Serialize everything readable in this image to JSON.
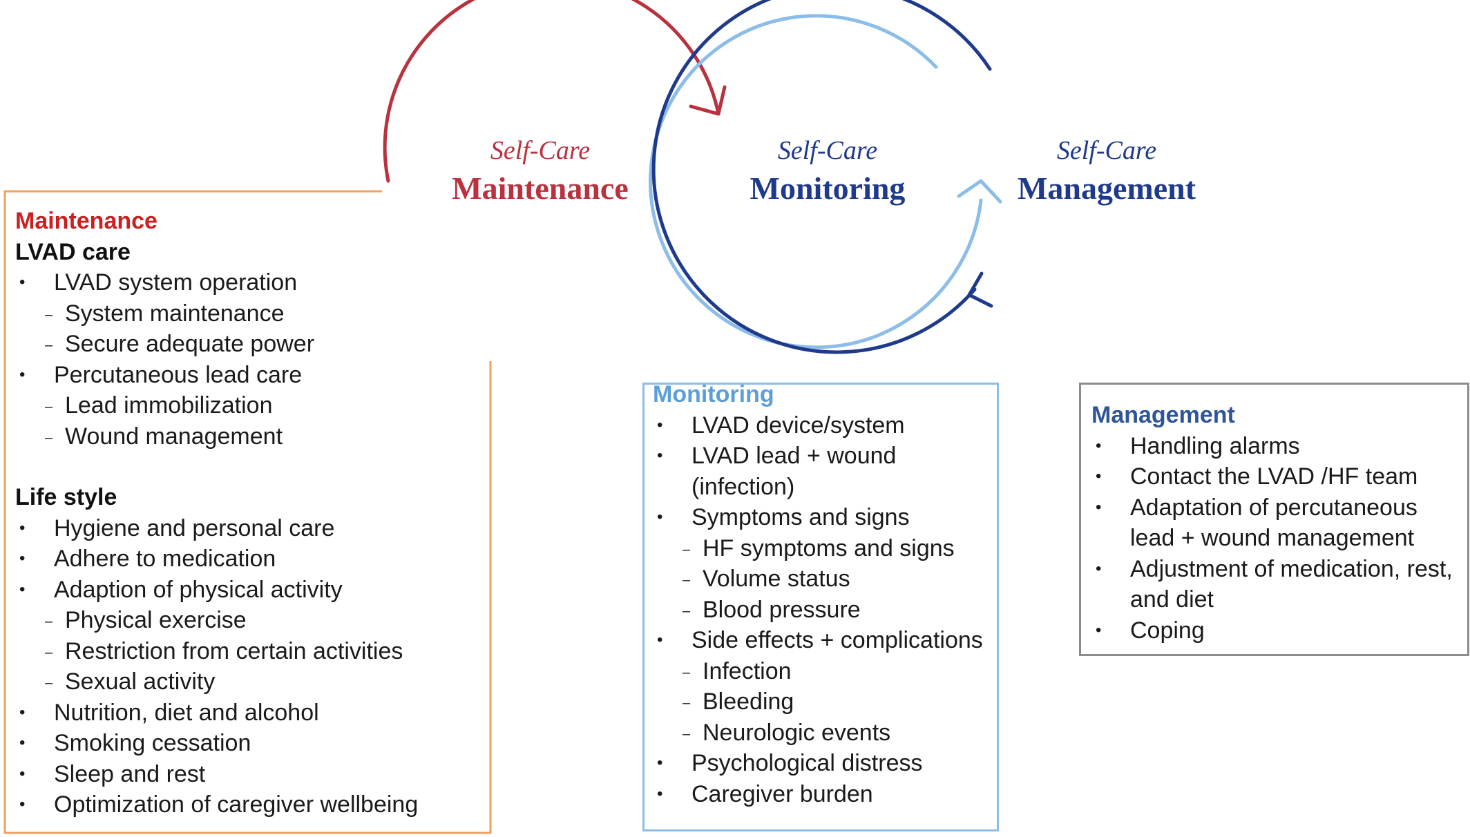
{
  "colors": {
    "maintenance": "#b8323f",
    "monitoring_ring": "#8cbde8",
    "monitoring_text": "#5b9fd6",
    "management": "#1f3a8a",
    "management_panel_title": "#2f5597",
    "orange_border": "#f0a061",
    "grey_border": "#8c8c8c"
  },
  "cycle": {
    "maintenance": {
      "sub": "Self-Care",
      "main": "Maintenance"
    },
    "monitoring": {
      "sub": "Self-Care",
      "main": "Monitoring"
    },
    "management": {
      "sub": "Self-Care",
      "main": "Management"
    }
  },
  "maintenance_panel": {
    "title": "Maintenance",
    "lvad_heading": "LVAD care",
    "lvad_items": [
      {
        "label": "LVAD system operation",
        "sub": [
          "System maintenance",
          "Secure adequate power"
        ]
      },
      {
        "label": "Percutaneous lead care",
        "sub": [
          "Lead immobilization",
          "Wound management"
        ]
      }
    ],
    "lifestyle_heading": "Life style",
    "lifestyle_items": [
      {
        "label": "Hygiene and personal care",
        "sub": []
      },
      {
        "label": "Adhere to medication",
        "sub": []
      },
      {
        "label": "Adaption of physical activity",
        "sub": [
          "Physical exercise",
          "Restriction from certain activities",
          "Sexual activity"
        ]
      },
      {
        "label": "Nutrition, diet and alcohol",
        "sub": []
      },
      {
        "label": "Smoking cessation",
        "sub": []
      },
      {
        "label": "Sleep and rest",
        "sub": []
      },
      {
        "label": "Optimization of caregiver wellbeing",
        "sub": []
      }
    ]
  },
  "monitoring_panel": {
    "title": "Monitoring",
    "items": [
      {
        "label": "LVAD device/system",
        "sub": []
      },
      {
        "label": "LVAD lead + wound (infection)",
        "sub": []
      },
      {
        "label": "Symptoms and signs",
        "sub": [
          "HF symptoms and signs",
          "Volume status",
          "Blood pressure"
        ]
      },
      {
        "label": "Side effects + complications",
        "sub": [
          "Infection",
          "Bleeding",
          "Neurologic events"
        ]
      },
      {
        "label": "Psychological distress",
        "sub": []
      },
      {
        "label": "Caregiver burden",
        "sub": []
      }
    ]
  },
  "management_panel": {
    "title": "Management",
    "items": [
      {
        "label": "Handling alarms",
        "sub": []
      },
      {
        "label": "Contact the LVAD /HF team",
        "sub": []
      },
      {
        "label": "Adaptation of percutaneous lead + wound management",
        "sub": []
      },
      {
        "label": "Adjustment of medication, rest, and diet",
        "sub": []
      },
      {
        "label": "Coping",
        "sub": []
      }
    ]
  }
}
